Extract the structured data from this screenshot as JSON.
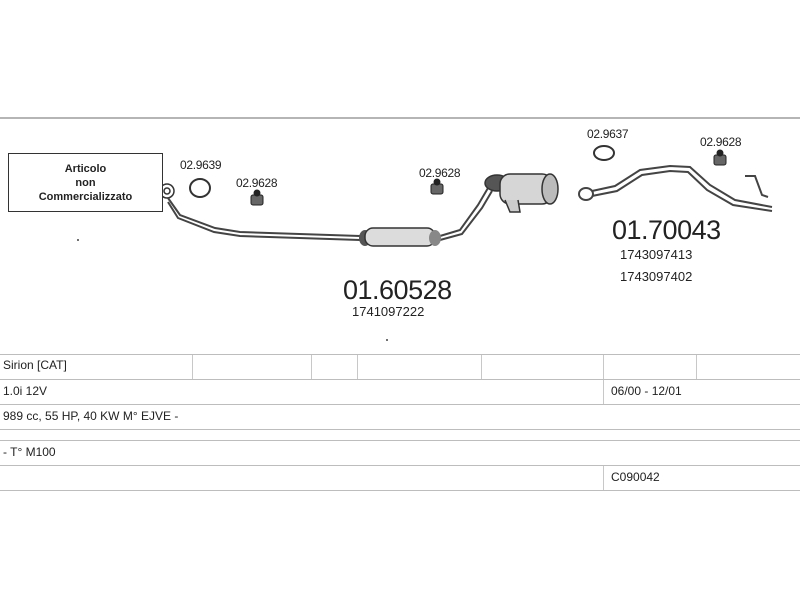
{
  "notice": {
    "line1": "Articolo",
    "line2": "non",
    "line3": "Commercializzato"
  },
  "front_section": {
    "clamp_left": "02.9639",
    "hanger_left": "02.9628",
    "hanger_mid": "02.9628",
    "part_number": "01.60528",
    "oem_number": "1741097222"
  },
  "rear_section": {
    "gasket": "02.9637",
    "hanger": "02.9628",
    "part_number": "01.70043",
    "oem_number_1": "1743097413",
    "oem_number_2": "1743097402"
  },
  "vehicle_table": {
    "model": "Sirion  [CAT]",
    "engine": "1.0i 12V",
    "period": "06/00 - 12/01",
    "specs": "989 cc, 55 HP, 40 KW M° EJVE -",
    "engine_code": "- T° M100",
    "catalog_code": "C090042"
  }
}
